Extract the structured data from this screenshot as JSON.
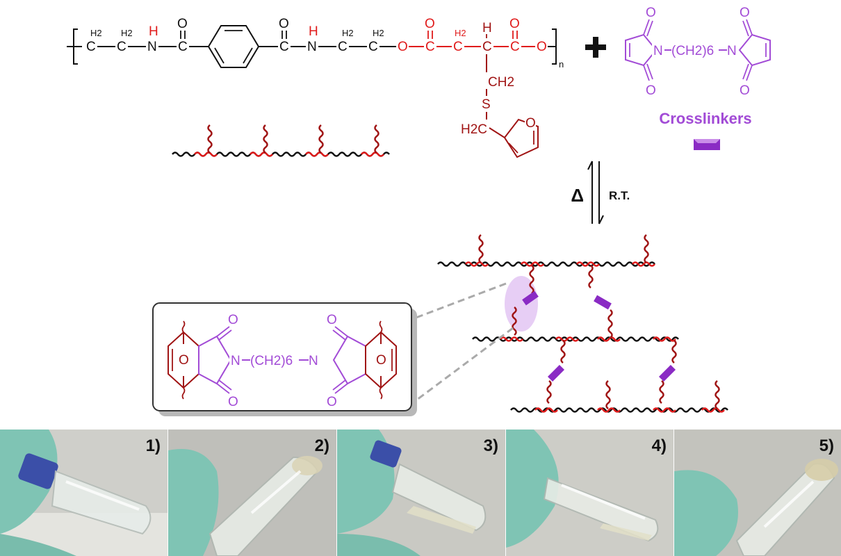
{
  "polymer": {
    "h2_labels": [
      "H2",
      "H2",
      "H2",
      "H2",
      "H2"
    ],
    "n_label": "N",
    "h_label": "H",
    "o_label": "O",
    "c_label": "C",
    "s_label": "S",
    "ch2_label": "CH2",
    "h2c_label": "H2C",
    "repeat_subscript": "n"
  },
  "crosslinker": {
    "formula": "(CH2)6",
    "label": "Crosslinkers"
  },
  "reaction": {
    "forward_label": "Δ",
    "reverse_label": "R.T."
  },
  "inset": {
    "formula": "(CH2)6"
  },
  "photos": [
    {
      "label": "1)"
    },
    {
      "label": "2)"
    },
    {
      "label": "3)"
    },
    {
      "label": "4)"
    },
    {
      "label": "5)"
    }
  ],
  "colors": {
    "black": "#111111",
    "red": "#e01b1b",
    "darkred": "#a01414",
    "purple": "#a24bd6",
    "glove": "#7fc4b4",
    "photo_bg": "#c9c9c4"
  }
}
